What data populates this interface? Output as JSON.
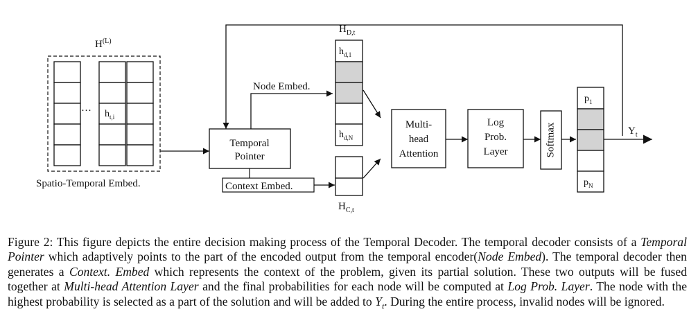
{
  "diagram": {
    "encoder": {
      "title_base": "H",
      "title_sup": "(L)",
      "ellipsis": "···",
      "cell_label_base": "h",
      "cell_label_sub": "t,i",
      "caption": "Spatio-Temporal Embed."
    },
    "temporal_pointer": {
      "line1": "Temporal",
      "line2": "Pointer"
    },
    "node_embed_label": "Node Embed.",
    "context_embed_label": "Context Embed.",
    "decoder_stack": {
      "title_base": "H",
      "title_sub": "D,t",
      "top_base": "h",
      "top_sub": "d,1",
      "bottom_base": "h",
      "bottom_sub": "d,N"
    },
    "context_stack": {
      "title_base": "H",
      "title_sub": "C,t"
    },
    "attention": {
      "line1": "Multi-",
      "line2": "head",
      "line3": "Attention"
    },
    "log_prob": {
      "line1": "Log",
      "line2": "Prob.",
      "line3": "Layer"
    },
    "softmax_label": "Softmax",
    "prob_stack": {
      "top_base": "p",
      "top_sub": "1",
      "bottom_base": "p",
      "bottom_sub": "N"
    },
    "output": {
      "base": "Y",
      "sub": "t"
    },
    "colors": {
      "shade": "#d3d3d3",
      "line": "#111111"
    }
  },
  "caption": {
    "p1": "Figure 2: This figure depicts the entire decision making process of the Temporal Decoder. The temporal decoder consists of a ",
    "e1": "Temporal Pointer",
    "p2": " which adaptively points to the part of the encoded output from the temporal encoder(",
    "e2": "Node Embed",
    "p3": "). The temporal decoder then generates a ",
    "e3": "Context. Embed",
    "p4": " which represents the context of the problem, given its partial solution. These two outputs will be fused together at ",
    "e4": "Multi-head Attention Layer",
    "p5": " and the final probabilities for each node will be computed at ",
    "e5": "Log Prob. Layer",
    "p6": ". The node with the highest probability is selected as a part of the solution and will be added to ",
    "e6_base": "Y",
    "e6_sub": "t",
    "p7": ". During the entire process, invalid nodes will be ignored."
  }
}
